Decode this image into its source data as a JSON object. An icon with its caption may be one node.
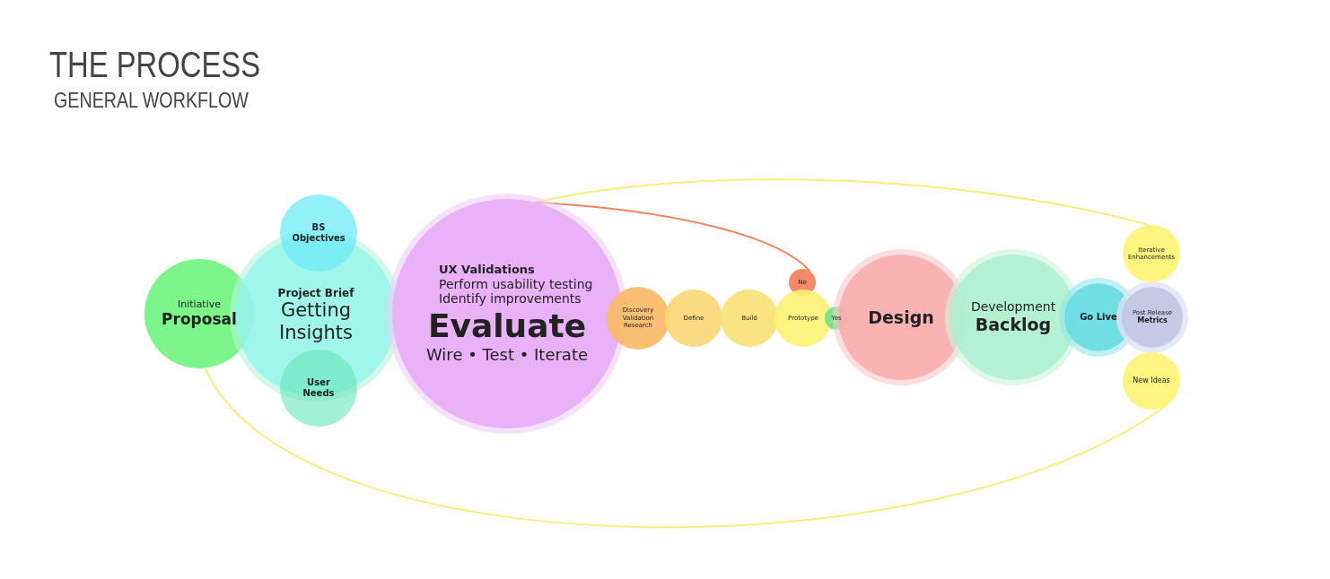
{
  "diagram": {
    "title": "THE PROCESS",
    "nodes": [
      {
        "text": [
          "Initiative",
          "Proposal"
        ]
      },
      {
        "text": [
          "Project Brief",
          "Getting Insights"
        ]
      },
      {
        "text": [
          "BS Objectives"
        ]
      },
      {
        "text": [
          "User Needs"
        ]
      },
      {
        "text": [
          "UX Validations",
          "Perform usability testing",
          "Identify improvements",
          "Evaluate",
          "Wire • Test • Iterate"
        ]
      },
      {
        "text": [
          "Discovery Validation Research"
        ]
      },
      {
        "text": [
          "Define"
        ]
      },
      {
        "text": [
          "Build"
        ]
      },
      {
        "text": [
          "No"
        ]
      },
      {
        "text": [
          "Prototype"
        ]
      },
      {
        "text": [
          "Yes"
        ]
      },
      {
        "text": [
          "Design"
        ]
      },
      {
        "text": [
          "Development",
          "Backlog"
        ]
      },
      {
        "text": [
          "Iterative Enhancements"
        ]
      },
      {
        "text": [
          "Go Live"
        ]
      },
      {
        "text": [
          "Post Release",
          "Metrics"
        ]
      },
      {
        "text": [
          "New Ideas"
        ]
      }
    ],
    "edges": [
      {
        "from": 0,
        "to": 16,
        "arrow": "none"
      },
      {
        "from": 4,
        "to": 13,
        "arrow": "none"
      },
      {
        "from": 4,
        "to": 8,
        "arrow": "none",
        "color": "#f4845f"
      }
    ],
    "labels": [
      "GENERAL WORKFLOW"
    ]
  }
}
